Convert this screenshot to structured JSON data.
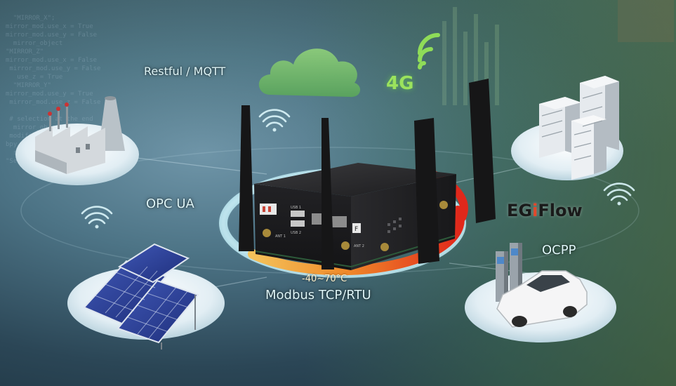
{
  "labels": {
    "restful_mqtt": "Restful / MQTT",
    "opc_ua": "OPC UA",
    "modbus": "Modbus TCP/RTU",
    "ocpp": "OCPP",
    "network_4g": "4G",
    "temperature": "-40~70°C"
  },
  "logo": {
    "part1": "EG",
    "part2": "i",
    "part3": "Flow"
  },
  "device_labels": {
    "usb1": "USB 1",
    "usb2": "USB 2",
    "ant1": "ANT 1",
    "ant2": "ANT 2",
    "f": "F"
  },
  "colors": {
    "label_text": "#dff6f8",
    "network_green": "#9be35d",
    "ring_blue": "#bfe9f2",
    "heat_red": "#e0281b",
    "heat_orange": "#f08a2a",
    "device_body": "#1c1c1e"
  },
  "icons": [
    "cloud-icon",
    "factory-icon",
    "solar-panel-icon",
    "server-icon",
    "ev-charger-icon",
    "car-icon",
    "wifi-icon",
    "signal-icon"
  ]
}
